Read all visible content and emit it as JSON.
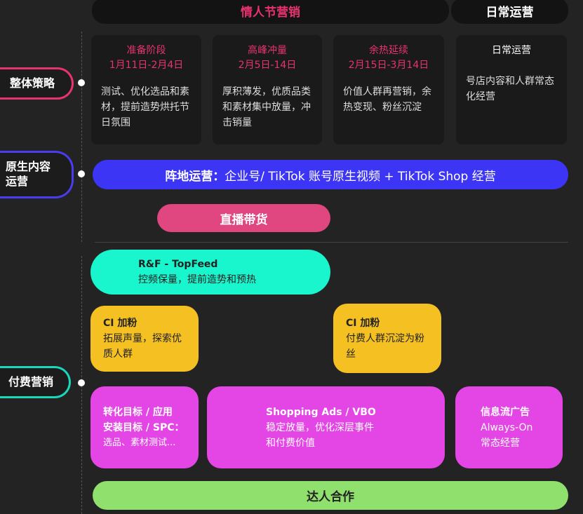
{
  "header": {
    "valentine": "情人节营销",
    "daily": "日常运营"
  },
  "labels": {
    "overall": "整体策略",
    "native": "原生内容运营",
    "paid": "付费营销"
  },
  "cards": [
    {
      "title": "准备阶段",
      "date": "1月11日-2月4日",
      "desc": "测试、优化选品和素材，提前造势烘托节日氛围"
    },
    {
      "title": "高峰冲量",
      "date": "2月5日-14日",
      "desc": "厚积薄发，优质品类和素材集中放量，冲击销量"
    },
    {
      "title": "余热延续",
      "date": "2月15日-3月14日",
      "desc": "价值人群再营销，余热变现、粉丝沉淀"
    },
    {
      "title": "日常运营",
      "date": "",
      "desc": "号店内容和人群常态化经营"
    }
  ],
  "native": {
    "bar_bold": "阵地运营：",
    "bar_text": "企业号/ TikTok 账号原生视频 + TikTok Shop 经营",
    "live": "直播带货"
  },
  "paid": {
    "rf": {
      "title": "R&F - TopFeed",
      "desc": "控频保量，提前造势和预热"
    },
    "ci1": {
      "title": "CI 加粉",
      "desc": "拓展声量，探索优质人群"
    },
    "ci2": {
      "title": "CI 加粉",
      "desc": "付费人群沉淀为粉丝"
    },
    "conv": {
      "title1": "转化目标 / 应用",
      "title2": "安装目标 / SPC：",
      "desc": "选品、素材测试..."
    },
    "shop": {
      "title": "Shopping Ads / VBO",
      "desc": "稳定放量，优化深层事件和付费价值"
    },
    "feed": {
      "title": "信息流广告",
      "line1": "Always-On",
      "line2": "常态经营"
    },
    "kol": "达人合作"
  },
  "colors": {
    "pink": "#e8336f",
    "blue": "#3d35f5",
    "teal": "#17f0c8",
    "yellow": "#f5c022",
    "magenta": "#e446e6",
    "green": "#8fe06c"
  }
}
